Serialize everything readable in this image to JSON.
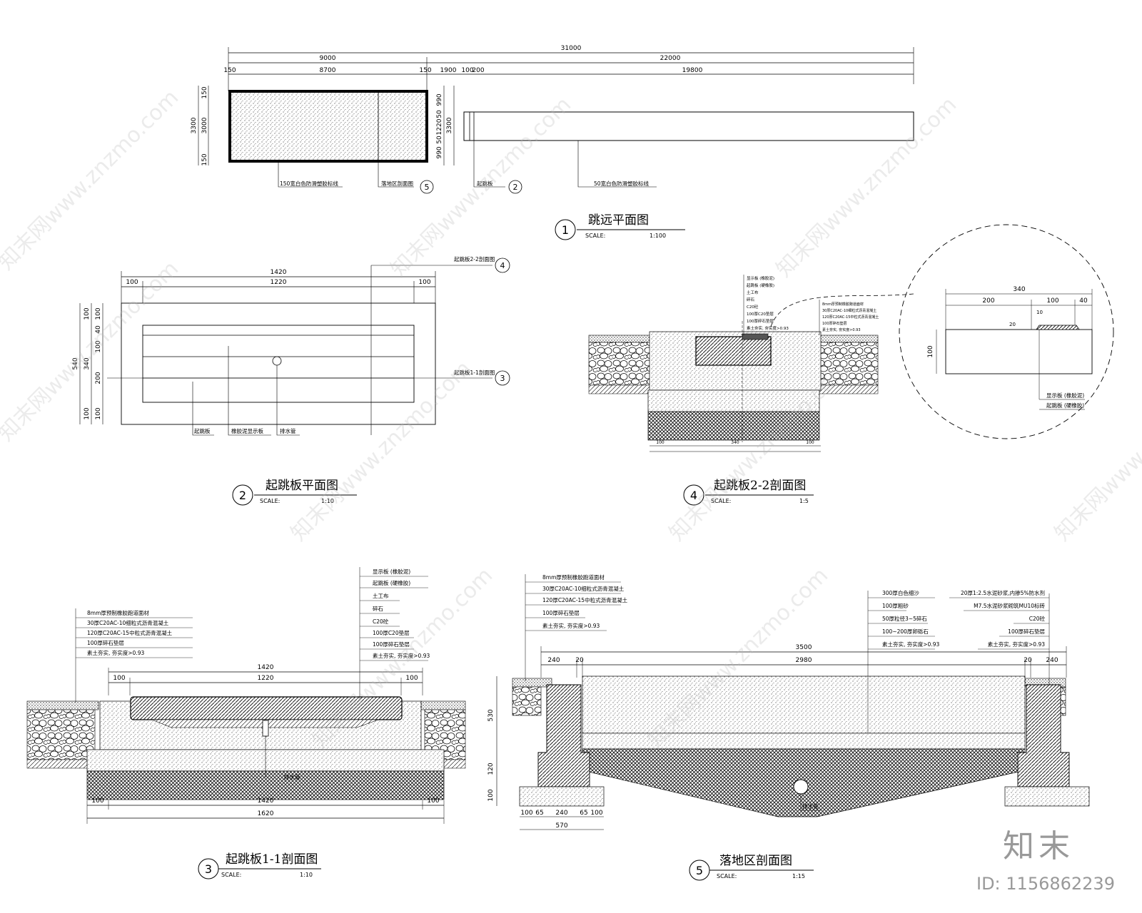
{
  "sheet": {
    "brand_text": "知末",
    "image_id": "ID: 1156862239",
    "watermark": "知末网www.znzmo.com"
  },
  "drawings": {
    "plan_runway": {
      "number": "1",
      "title": "跳远平面图",
      "scale_label": "SCALE:",
      "scale_value": "1:100",
      "dims_top": [
        "31000"
      ],
      "dims_mid": [
        "9000",
        "22000"
      ],
      "dims_low": [
        "150",
        "8700",
        "150",
        "1900",
        "100",
        "200",
        "19800"
      ],
      "dims_left": [
        "3300",
        "150",
        "3000",
        "150"
      ],
      "dims_right": [
        "990",
        "50",
        "1220",
        "50",
        "990",
        "3300"
      ],
      "notes": [
        "150宽白色防滑塑胶标线",
        "落地区剖面图",
        "起跳板",
        "50宽白色防滑塑胶标线"
      ],
      "callouts": [
        "5",
        "2"
      ]
    },
    "plan_board": {
      "number": "2",
      "title": "起跳板平面图",
      "scale_label": "SCALE:",
      "scale_value": "1:10",
      "dims_top": [
        "1420"
      ],
      "dims_mid": [
        "100",
        "1220",
        "100"
      ],
      "dims_left": [
        "540",
        "100",
        "100",
        "40",
        "100",
        "340",
        "200",
        "100",
        "100"
      ],
      "notes": [
        "起跳板",
        "橡胶泥显示板",
        "排水管"
      ],
      "section_labels": [
        "起跳板2-2剖面图",
        "起跳板1-1剖面图"
      ],
      "callouts": [
        "4",
        "3"
      ]
    },
    "section_22": {
      "number": "4",
      "title": "起跳板2-2剖面图",
      "scale_label": "SCALE:",
      "scale_value": "1:5",
      "notes_left": [
        "显示板 (橡胶泥)",
        "起跳板 (硬橡胶)",
        "土工布",
        "碎石",
        "C20砼",
        "100厚C20垫层",
        "100厚碎石垫层",
        "素土夯实, 夯实度>0.93"
      ],
      "notes_right": [
        "8mm厚预制橡胶跑道面材",
        "30厚C20AC-10细粒式沥青混凝土",
        "120厚C20AC-15中粒式沥青混凝土",
        "100厚碎石垫层",
        "素土夯实, 夯实度>0.93"
      ],
      "dims_bottom": [
        "100",
        "340",
        "100"
      ]
    },
    "detail": {
      "dims_top": [
        "340"
      ],
      "dims_mid": [
        "200",
        "100",
        "40"
      ],
      "dims_left": [
        "100"
      ],
      "small_dims": [
        "10",
        "20"
      ],
      "notes": [
        "显示板 (橡胶泥)",
        "起跳板 (硬橡胶)"
      ]
    },
    "section_11": {
      "number": "3",
      "title": "起跳板1-1剖面图",
      "scale_label": "SCALE:",
      "scale_value": "1:10",
      "notes_left": [
        "8mm厚预制橡胶跑道面材",
        "30厚C20AC-10细粒式沥青混凝土",
        "120厚C20AC-15中粒式沥青混凝土",
        "100厚碎石垫层",
        "素土夯实, 夯实度>0.93"
      ],
      "notes_right": [
        "显示板 (橡胶泥)",
        "起跳板 (硬橡胶)",
        "土工布",
        "碎石",
        "C20砼",
        "100厚C20垫层",
        "100厚碎石垫层",
        "素土夯实, 夯实度>0.93"
      ],
      "dims_top": [
        "1420"
      ],
      "dims_mid": [
        "100",
        "1220",
        "100"
      ],
      "dims_bottom_mid": [
        "100",
        "1420",
        "100"
      ],
      "dims_bottom": [
        "1620"
      ],
      "drain_label": "排水管"
    },
    "section_pit": {
      "number": "5",
      "title": "落地区剖面图",
      "scale_label": "SCALE:",
      "scale_value": "1:15",
      "notes_left": [
        "8mm厚预制橡胶跑道面材",
        "30厚C20AC-10细粒式沥青混凝土",
        "120厚C20AC-15中粒式沥青混凝土",
        "100厚碎石垫层",
        "素土夯实, 夯实度>0.93"
      ],
      "notes_mid": [
        "300厚白色细沙",
        "100厚粗砂",
        "50厚粒径3~5碎石",
        "100~200厚卵砾石",
        "素土夯实, 夯实度>0.93"
      ],
      "notes_right": [
        "20厚1:2.5水泥砂浆,内掺5%防水剂",
        "M7.5水泥砂浆砌筑MU10标砖",
        "C20砼",
        "100厚碎石垫层",
        "素土夯实, 夯实度>0.93"
      ],
      "dims_top": [
        "3500"
      ],
      "dims_mid": [
        "240",
        "20",
        "2980",
        "20",
        "240"
      ],
      "dims_left": [
        "530",
        "120",
        "100"
      ],
      "dims_bottom": [
        "100",
        "65",
        "240",
        "65",
        "100"
      ],
      "dims_bottom_total": [
        "570"
      ],
      "drain_label": "排水管"
    }
  }
}
